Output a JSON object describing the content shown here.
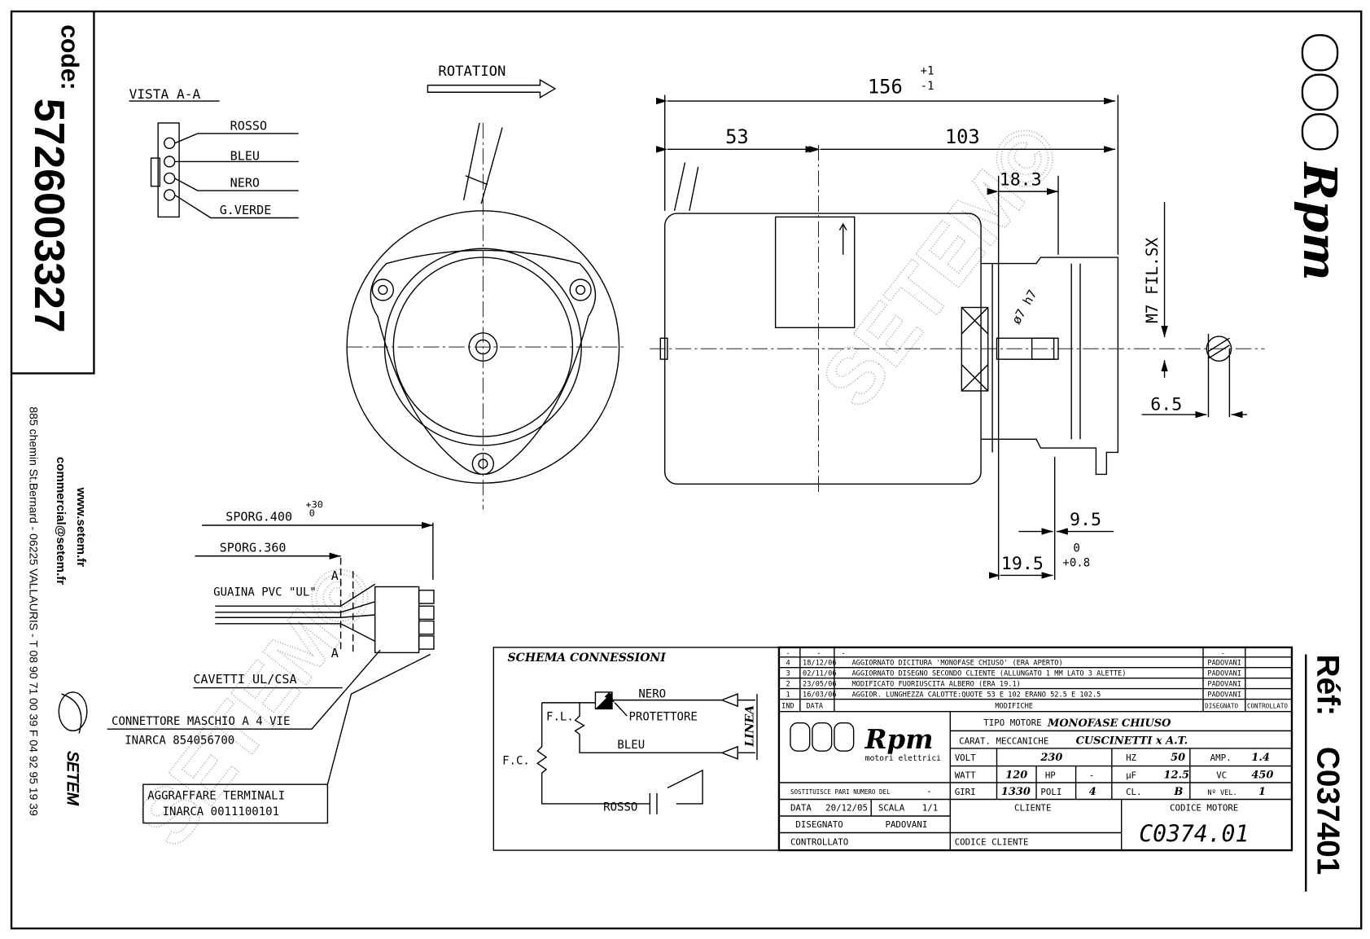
{
  "sheet": {
    "code_label": "code:",
    "code_value": "5726003327",
    "ref_label": "Réf:",
    "ref_value": "C037401",
    "brand_logo": "Rpm",
    "watermark": "SETEM©"
  },
  "company": {
    "website": "www.setem.fr",
    "email": "commercial@setem.fr",
    "address": "885 chemin St.Bernard  -  06225 VALLAURIS  -  T 08 90 71 00 39   F 04 92 95 19 39",
    "logo_text": "SETEM"
  },
  "vista": {
    "title": "VISTA A-A",
    "wires": [
      "ROSSO",
      "BLEU",
      "NERO",
      "G.VERDE"
    ]
  },
  "rotation_label": "ROTATION",
  "dimensions": {
    "overall": "156",
    "overall_tol_plus": "+1",
    "overall_tol_minus": "-1",
    "front": "53",
    "rear": "103",
    "d18": "18.3",
    "thread": "M7 FIL.SX",
    "shaft_dia": "ø7 h7",
    "flat": "6.5",
    "d95": "9.5",
    "d195": "19.5",
    "d195_tol_top": "0",
    "d195_tol_bottom": "+0.8"
  },
  "cable": {
    "sporg400": "SPORG.400",
    "sporg400_tol_top": "+30",
    "sporg400_tol_bottom": "0",
    "sporg360": "SPORG.360",
    "section_mark": "A",
    "guaina": "GUAINA PVC \"UL\"",
    "cavetti": "CAVETTI UL/CSA",
    "connettore": "CONNETTORE MASCHIO A 4 VIE",
    "connettore_ref": "INARCA 854056700",
    "aggraffare": "AGGRAFFARE TERMINALI",
    "aggraffare_ref": "INARCA 0011100101"
  },
  "schema": {
    "title": "SCHEMA CONNESSIONI",
    "nero": "NERO",
    "protettore": "PROTETTORE",
    "fl": "F.L.",
    "bleu": "BLEU",
    "fc": "F.C.",
    "rosso": "ROSSO",
    "linea": "LINEA"
  },
  "revisions": {
    "rows": [
      {
        "ind": "-",
        "data": "-",
        "text": "-",
        "by": "-",
        "checked": ""
      },
      {
        "ind": "4",
        "data": "18/12/06",
        "text": "AGGIORNATO DICITURA 'MONOFASE CHIUSO' (ERA APERTO)",
        "by": "PADOVANI",
        "checked": ""
      },
      {
        "ind": "3",
        "data": "02/11/06",
        "text": "AGGIORNATO DISEGNO SECONDO CLIENTE (ALLUNGATO 1 MM LATO 3 ALETTE)",
        "by": "PADOVANI",
        "checked": ""
      },
      {
        "ind": "2",
        "data": "23/05/06",
        "text": "MODIFICATO FUORIUSCITA ALBERO (ERA 19.1)",
        "by": "PADOVANI",
        "checked": ""
      },
      {
        "ind": "1",
        "data": "16/03/06",
        "text": "AGGIOR. LUNGHEZZA CALOTTE:QUOTE 53 E 102 ERANO 52.5 E 102.5",
        "by": "PADOVANI",
        "checked": ""
      }
    ],
    "header": {
      "ind": "IND",
      "data": "DATA",
      "text": "MODIFICHE",
      "by": "DISEGNATO",
      "checked": "CONTROLLATO"
    }
  },
  "titleblock": {
    "logo_sub": "motori elettrici",
    "tipo_label": "TIPO MOTORE",
    "tipo_value": "MONOFASE CHIUSO",
    "carat_label": "CARAT. MECCANICHE",
    "carat_value": "CUSCINETTI x A.T.",
    "volt_label": "VOLT",
    "volt": "230",
    "hz_label": "HZ",
    "hz": "50",
    "amp_label": "AMP.",
    "amp": "1.4",
    "watt_label": "WATT",
    "watt": "120",
    "hp_label": "HP",
    "hp": "-",
    "uf_label": "µF",
    "uf": "12.5",
    "vc_label": "VC",
    "vc": "450",
    "giri_label": "GIRI",
    "giri": "1330",
    "poli_label": "POLI",
    "poli": "4",
    "cl_label": "CL.",
    "cl": "B",
    "vel_label": "Nº VEL.",
    "vel": "1",
    "sostituisce_label": "SOSTITUISCE PARI NUMERO DEL",
    "sostituisce": "-",
    "data_label": "DATA",
    "data": "20/12/05",
    "scala_label": "SCALA",
    "scala": "1/1",
    "disegnato_label": "DISEGNATO",
    "disegnato": "PADOVANI",
    "controllato_label": "CONTROLLATO",
    "cliente_label": "CLIENTE",
    "codice_cliente_label": "CODICE CLIENTE",
    "codice_motore_label": "CODICE MOTORE",
    "codice_motore": "C0374.01"
  }
}
